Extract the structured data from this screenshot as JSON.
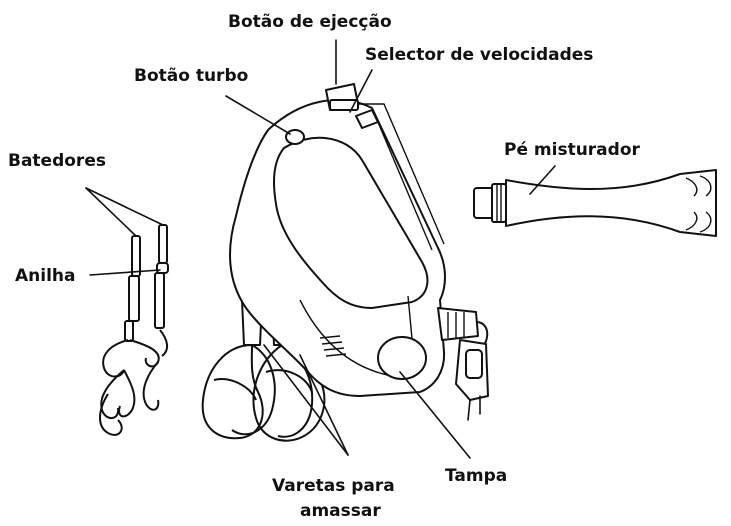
{
  "labels": {
    "eject_button": "Botão de ejecção",
    "speed_selector": "Selector de velocidades",
    "turbo_button": "Botão turbo",
    "beaters": "Batedores",
    "blender_foot": "Pé misturador",
    "ring": "Anilha",
    "cover": "Tampa",
    "dough_hooks_line1": "Varetas para",
    "dough_hooks_line2": "amassar"
  }
}
